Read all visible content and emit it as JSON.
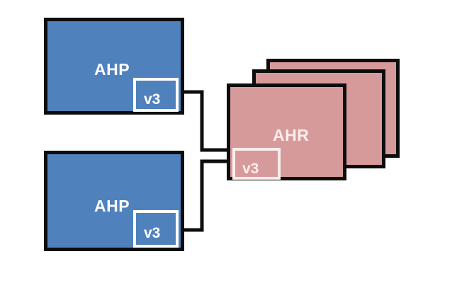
{
  "diagram": {
    "type": "block-flow-diagram",
    "background_color": "#ffffff",
    "palette": {
      "source_fill": "#4F81BD",
      "target_fill": "#D79A9B",
      "outline": "#0d0d0d",
      "source_text": "#ffffff",
      "target_text": "#FBEEEC",
      "connector": "#0d0d0d"
    },
    "sources": [
      {
        "id": "ahp-top",
        "label": "AHP",
        "version_label": "v3"
      },
      {
        "id": "ahp-bottom",
        "label": "AHP",
        "version_label": "v3"
      }
    ],
    "target": {
      "id": "ahr-stack",
      "label": "AHR",
      "version_label": "v3",
      "stack_layers": 3
    },
    "connectors": [
      {
        "id": "ahp-top-to-ahr",
        "from": "ahp-top.v3",
        "to": "ahr-stack.v3",
        "arrowhead": "end"
      },
      {
        "id": "ahp-bottom-to-ahr",
        "from": "ahp-bottom.v3",
        "to": "ahr-stack.v3",
        "arrowhead": "end"
      }
    ]
  }
}
